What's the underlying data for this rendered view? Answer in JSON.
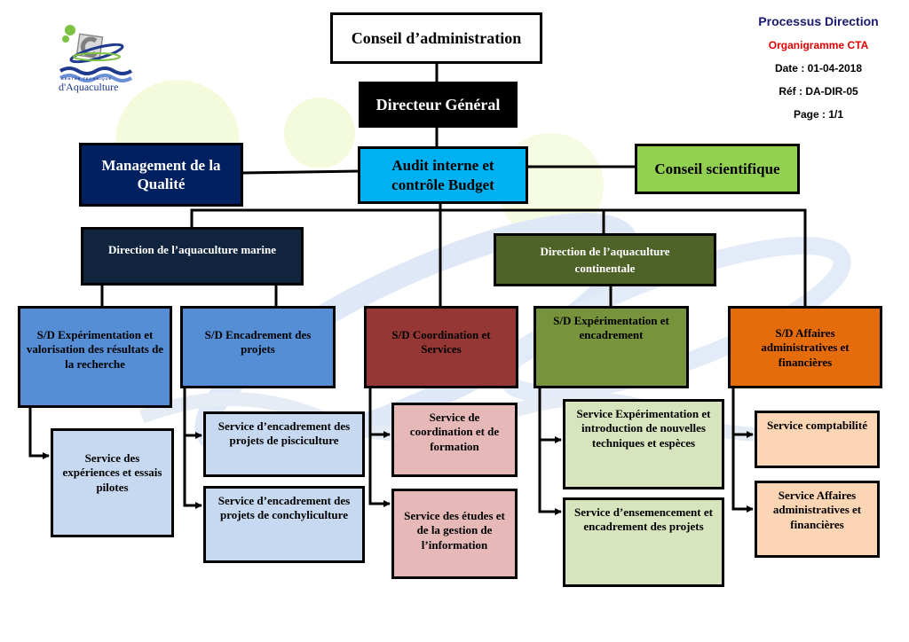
{
  "header": {
    "process": "Processus Direction",
    "title": "Organigramme CTA",
    "date": "Date : 01-04-2018",
    "ref": "Réf : DA-DIR-05",
    "page": "Page : 1/1",
    "colors": {
      "process": "#1a1a6e",
      "title": "#e00000"
    }
  },
  "logo": {
    "line1": "CENTRE TECHNIQUE",
    "line2": "d'Aquaculture",
    "icon": "cta-logo-icon"
  },
  "org": {
    "board": {
      "label": "Conseil d’administration",
      "color": "#ffffff"
    },
    "ceo": {
      "label": "Directeur Général",
      "color": "#000000"
    },
    "audit": {
      "label": "Audit interne et contrôle Budget",
      "color": "#00b0f0"
    },
    "quality": {
      "label": "Management de la Qualité",
      "color": "#002060"
    },
    "scientific": {
      "label": "Conseil scientifique",
      "color": "#92d050"
    },
    "dir_marine": {
      "label": "Direction de l’aquaculture marine",
      "color": "#10243e"
    },
    "dir_continental": {
      "label": "Direction de l’aquaculture continentale",
      "color": "#4f6228"
    },
    "subdivisions": [
      {
        "label": "S/D Expérimentation et valorisation des résultats de la recherche",
        "color": "#558ed5"
      },
      {
        "label": "S/D Encadrement des projets",
        "color": "#558ed5"
      },
      {
        "label": "S/D Coordination et Services",
        "color": "#953735"
      },
      {
        "label": "S/D Expérimentation et encadrement",
        "color": "#77933c"
      },
      {
        "label": "S/D Affaires administratives et financières",
        "color": "#e46c0a"
      }
    ],
    "services": [
      {
        "label": "Service des expériences et essais pilotes",
        "color": "#c6d9f1"
      },
      {
        "label": "Service d’encadrement des projets de pisciculture",
        "color": "#c6d9f1"
      },
      {
        "label": "Service d’encadrement des projets de conchyliculture",
        "color": "#c6d9f1"
      },
      {
        "label": "Service de coordination et de formation",
        "color": "#e6b9b8"
      },
      {
        "label": "Service des études et de la gestion de l’information",
        "color": "#e6b9b8"
      },
      {
        "label": "Service Expérimentation et introduction de nouvelles techniques et espèces",
        "color": "#d7e4bd"
      },
      {
        "label": "Service d’ensemencement et encadrement des projets",
        "color": "#d7e4bd"
      },
      {
        "label": "Service comptabilité",
        "color": "#fcd5b5"
      },
      {
        "label": "Service Affaires administratives et financières",
        "color": "#fcd5b5"
      }
    ]
  }
}
